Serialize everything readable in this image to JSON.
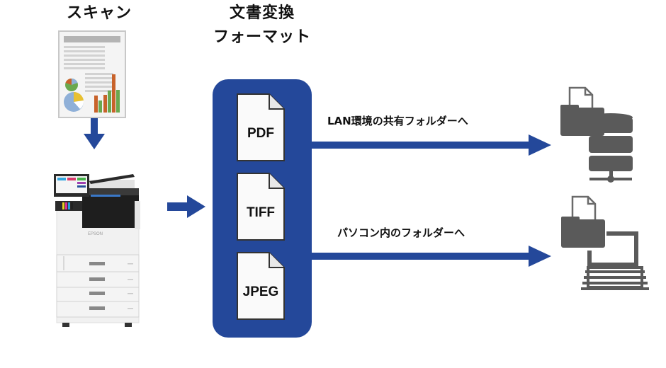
{
  "diagram": {
    "scan_section": {
      "title": "スキャン",
      "document_icon": "scanned-document-with-charts-icon",
      "device_icon": "multifunction-printer-icon",
      "device_brand_label": "EPSON"
    },
    "format_section": {
      "title_line1": "文書変換",
      "title_line2": "フォーマット",
      "formats": [
        {
          "label": "PDF"
        },
        {
          "label": "TIFF"
        },
        {
          "label": "JPEG"
        }
      ]
    },
    "destinations": [
      {
        "label": "LAN環境の共有フォルダーへ",
        "icon": "shared-folder-server-icon"
      },
      {
        "label": "パソコン内のフォルダーへ",
        "icon": "pc-folder-laptop-icon"
      }
    ],
    "colors": {
      "accent_blue": "#24489a",
      "icon_gray": "#5a5a5a",
      "chart_orange": "#c8622a",
      "chart_green": "#6aa84f",
      "chart_yellow": "#e8c030",
      "chart_blue": "#8fb0d8"
    }
  }
}
